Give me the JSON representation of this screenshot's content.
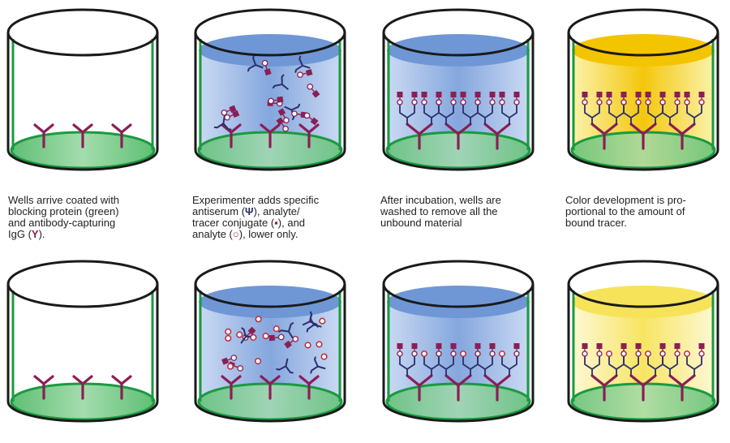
{
  "colors": {
    "outline": "#1a1a1a",
    "wall": "#1a9a40",
    "floor": "#7fcf8e",
    "buffer_top": "#6f97d6",
    "buffer_body": "#a8c2ea",
    "color_top": "#f3c400",
    "color_body": "#f7e060",
    "capture_igg": "#8a1f55",
    "antiserum": "#2b2f6e",
    "tracer": "#8a1f55",
    "analyte": "#c0283c"
  },
  "captions": [
    {
      "parts": [
        {
          "text": "Wells arrive coated with\nblocking protein (green)\nand antibody-capturing\nIgG ("
        },
        {
          "text": "Y",
          "glyph": "plum"
        },
        {
          "text": ")."
        }
      ]
    },
    {
      "parts": [
        {
          "text": "Experimenter adds specific\nantiserum ("
        },
        {
          "text": "Ψ",
          "glyph": "dark"
        },
        {
          "text": "), analyte/\ntracer conjugate ("
        },
        {
          "text": "▪",
          "glyph": "plum"
        },
        {
          "text": "), and\nanalyte ("
        },
        {
          "text": "○",
          "glyph": "red"
        },
        {
          "text": "), lower only."
        }
      ]
    },
    {
      "parts": [
        {
          "text": "After incubation, wells are\nwashed to remove all the\nunbound material"
        }
      ]
    },
    {
      "parts": [
        {
          "text": "Color development is pro-\nportional to the amount of\nbound tracer."
        }
      ]
    }
  ],
  "wells": {
    "top": [
      {
        "stage": "coated",
        "fill": "none"
      },
      {
        "stage": "added",
        "fill": "buffer",
        "analyte": false
      },
      {
        "stage": "washed",
        "fill": "buffer",
        "analyte": false
      },
      {
        "stage": "developed",
        "fill": "color",
        "color_intensity": 1.0,
        "analyte": false
      }
    ],
    "bottom": [
      {
        "stage": "coated",
        "fill": "none"
      },
      {
        "stage": "added",
        "fill": "buffer",
        "analyte": true
      },
      {
        "stage": "washed",
        "fill": "buffer",
        "analyte": true
      },
      {
        "stage": "developed",
        "fill": "color",
        "color_intensity": 0.5,
        "analyte": true
      }
    ]
  }
}
